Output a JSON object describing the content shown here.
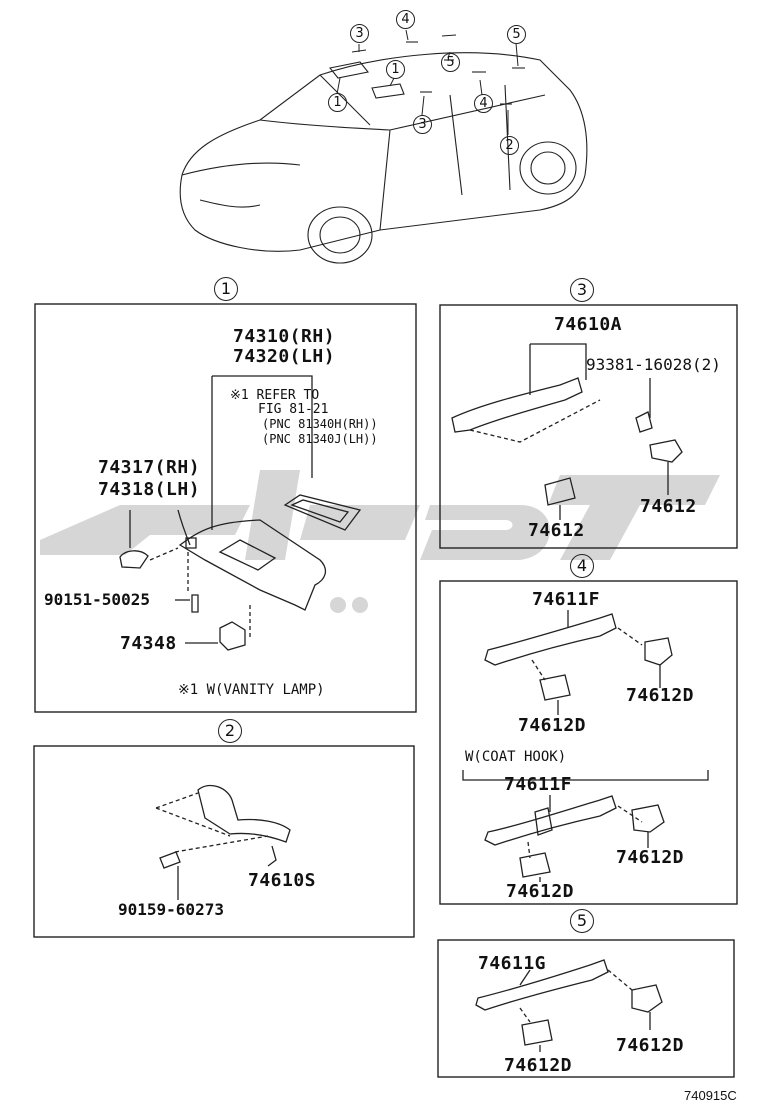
{
  "callouts": {
    "c1": "1",
    "c2": "2",
    "c3": "3",
    "c4": "4",
    "c5": "5"
  },
  "panel1": {
    "part_74310": "74310(RH)",
    "part_74320": "74320(LH)",
    "note_ref1": "※1 REFER TO",
    "note_ref2": "FIG 81-21",
    "note_ref3": "(PNC 81340H(RH))",
    "note_ref4": "(PNC 81340J(LH))",
    "part_74317": "74317(RH)",
    "part_74318": "74318(LH)",
    "part_90151": "90151-50025",
    "part_74348": "74348",
    "footnote": "※1 W(VANITY LAMP)"
  },
  "panel2": {
    "part_74610S": "74610S",
    "part_90159": "90159-60273"
  },
  "panel3": {
    "part_74610A": "74610A",
    "part_93381": "93381-16028(2)",
    "part_74612_a": "74612",
    "part_74612_b": "74612"
  },
  "panel4": {
    "part_74611F_a": "74611F",
    "part_74612D_a": "74612D",
    "part_74612D_b": "74612D",
    "coat_hook": "W(COAT HOOK)",
    "part_74611F_b": "74611F",
    "part_74612D_c": "74612D",
    "part_74612D_d": "74612D"
  },
  "panel5": {
    "part_74611G": "74611G",
    "part_74612D_a": "74612D",
    "part_74612D_b": "74612D"
  },
  "figure_id": "740915C",
  "colors": {
    "line": "#222222",
    "watermark": "#cfcfcf"
  }
}
